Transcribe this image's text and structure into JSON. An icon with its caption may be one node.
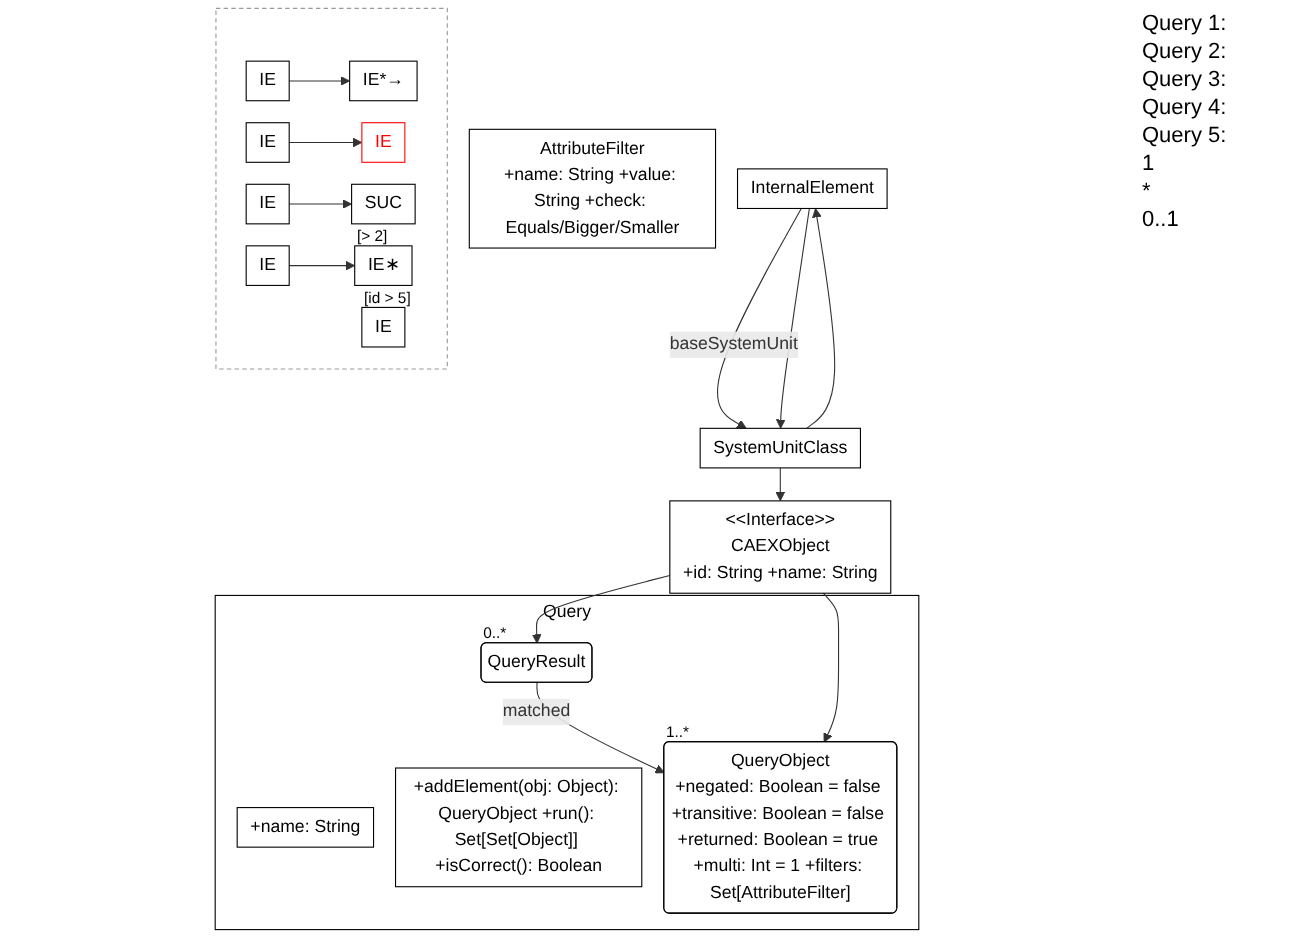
{
  "diagram": {
    "nodes": [
      {
        "text": [
          "Query"
        ]
      },
      {
        "text": [
          "+name: String"
        ],
        "in": 0
      },
      {
        "text": [
          "+addElement(obj: Object): QueryObject +run(): Set[Set[Object]] +isCorrect(): Boolean"
        ],
        "in": 0
      },
      {
        "text": [
          "QueryResult"
        ],
        "in": 0,
        "beside": [
          "0..*"
        ]
      },
      {
        "text": [
          "QueryObject",
          "+negated: Boolean = false +transitive: Boolean = false +returned: Boolean = true +multi: Int = 1 +filters: Set[AttributeFilter]"
        ],
        "in": 0,
        "beside": [
          "1..*"
        ]
      },
      {
        "text": [
          "AttributeFilter",
          "+name: String +value: String +check: Equals/Bigger/Smaller"
        ]
      },
      {
        "text": [],
        "shape": "box"
      },
      {
        "text": [
          "IE"
        ],
        "in": 6
      },
      {
        "text": [
          "IE*→"
        ],
        "in": 6
      },
      {
        "text": [
          "IE"
        ],
        "in": 6
      },
      {
        "text": [
          "IE"
        ],
        "in": 6
      },
      {
        "text": [
          "IE"
        ],
        "in": 6
      },
      {
        "text": [
          "SUC"
        ],
        "in": 6
      },
      {
        "text": [
          "IE"
        ],
        "in": 6
      },
      {
        "text": [
          "IE∗"
        ],
        "in": 6,
        "beside": [
          "[> 2]"
        ]
      },
      {
        "text": [
          "IE"
        ],
        "in": 6,
        "beside": [
          "[id > 5]"
        ]
      },
      {
        "text": [
          "InternalElement"
        ]
      },
      {
        "text": [
          "<<Interface>>",
          "CAEXObject",
          "+id: String +name: String"
        ]
      },
      {
        "text": [
          "SystemUnitClass"
        ]
      }
    ],
    "edges": [
      {
        "from": 3,
        "to": 4,
        "arrow": "to",
        "label": "matched"
      },
      {
        "from": 7,
        "to": 8,
        "arrow": "to"
      },
      {
        "from": 9,
        "to": 10,
        "arrow": "to"
      },
      {
        "from": 11,
        "to": 12,
        "arrow": "to"
      },
      {
        "from": 13,
        "to": 14,
        "arrow": "to"
      },
      {
        "from": 17,
        "to": 3,
        "arrow": "to"
      },
      {
        "from": 17,
        "to": 4,
        "arrow": "to"
      },
      {
        "from": 18,
        "to": 16,
        "arrow": "to"
      },
      {
        "from": 16,
        "to": 18,
        "arrow": "to",
        "label": "baseSystemUnit"
      },
      {
        "from": 18,
        "to": 17,
        "arrow": "to"
      },
      {
        "from": 16,
        "to": 18,
        "arrow": "to"
      }
    ],
    "labels": [
      "Query 1:",
      "Query 2:",
      "Query 3:",
      "Query 4:",
      "Query 5:",
      "1",
      "*",
      "0..1"
    ]
  }
}
